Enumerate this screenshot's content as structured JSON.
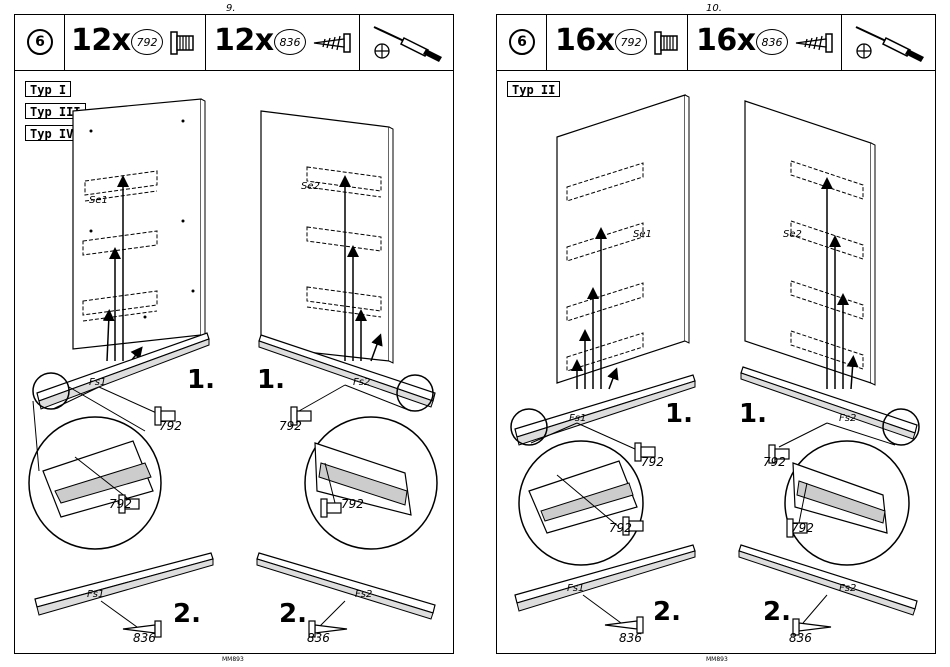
{
  "pages": [
    {
      "number": "9.",
      "step": "6",
      "items": [
        {
          "qty": "12x",
          "code": "792"
        },
        {
          "qty": "12x",
          "code": "836"
        }
      ],
      "types": [
        "Typ I",
        "Typ III",
        "Typ IV"
      ],
      "panels": [
        "Se1",
        "Se2"
      ],
      "rails": [
        "Fs1",
        "Fs2"
      ],
      "steps": [
        "1.",
        "2."
      ],
      "screw_codes": {
        "cam": "792",
        "wood": "836"
      },
      "footer": "MM893"
    },
    {
      "number": "10.",
      "step": "6",
      "items": [
        {
          "qty": "16x",
          "code": "792"
        },
        {
          "qty": "16x",
          "code": "836"
        }
      ],
      "types": [
        "Typ II"
      ],
      "panels": [
        "Se1",
        "Se2"
      ],
      "rails": [
        "Fs1",
        "Fs2"
      ],
      "steps": [
        "1.",
        "2."
      ],
      "screw_codes": {
        "cam": "792",
        "wood": "836"
      },
      "footer": "MM893"
    }
  ],
  "icons": {
    "cam_screw": "cam-screw-icon",
    "wood_screw": "wood-screw-icon",
    "screwdriver": "phillips-screwdriver-icon"
  }
}
